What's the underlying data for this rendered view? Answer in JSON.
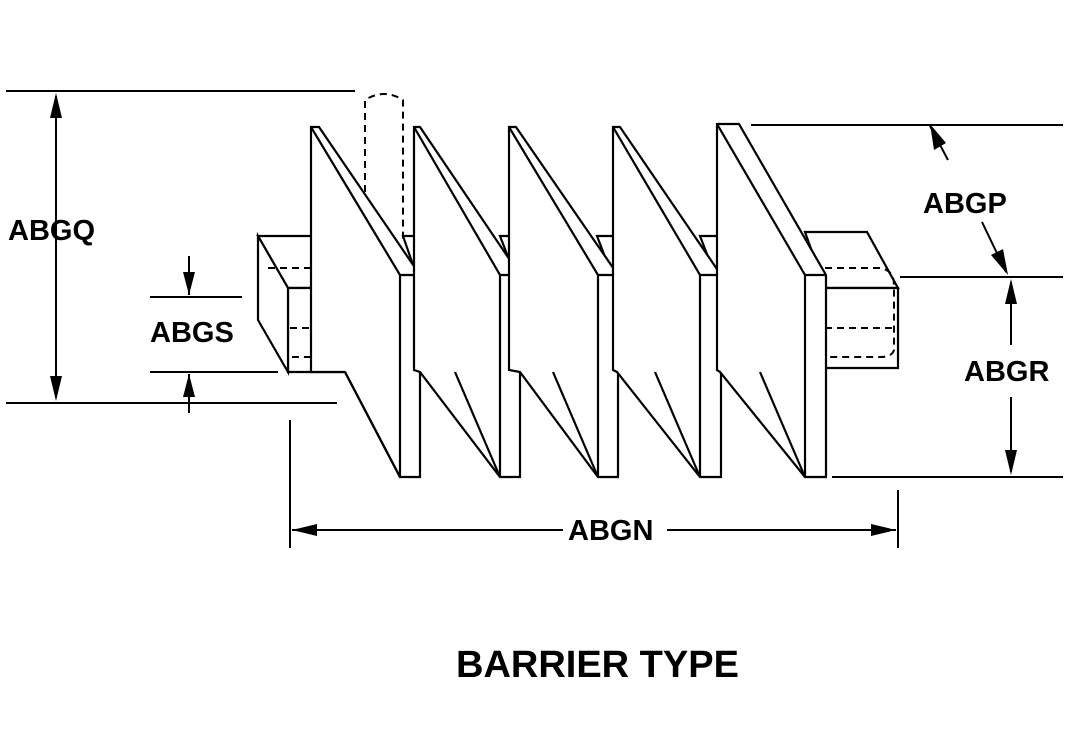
{
  "diagram": {
    "title": "BARRIER TYPE",
    "labels": {
      "overall_height": "ABGQ",
      "terminal_height": "ABGS",
      "barrier_offset": "ABGP",
      "barrier_lower": "ABGR",
      "overall_length": "ABGN"
    }
  }
}
